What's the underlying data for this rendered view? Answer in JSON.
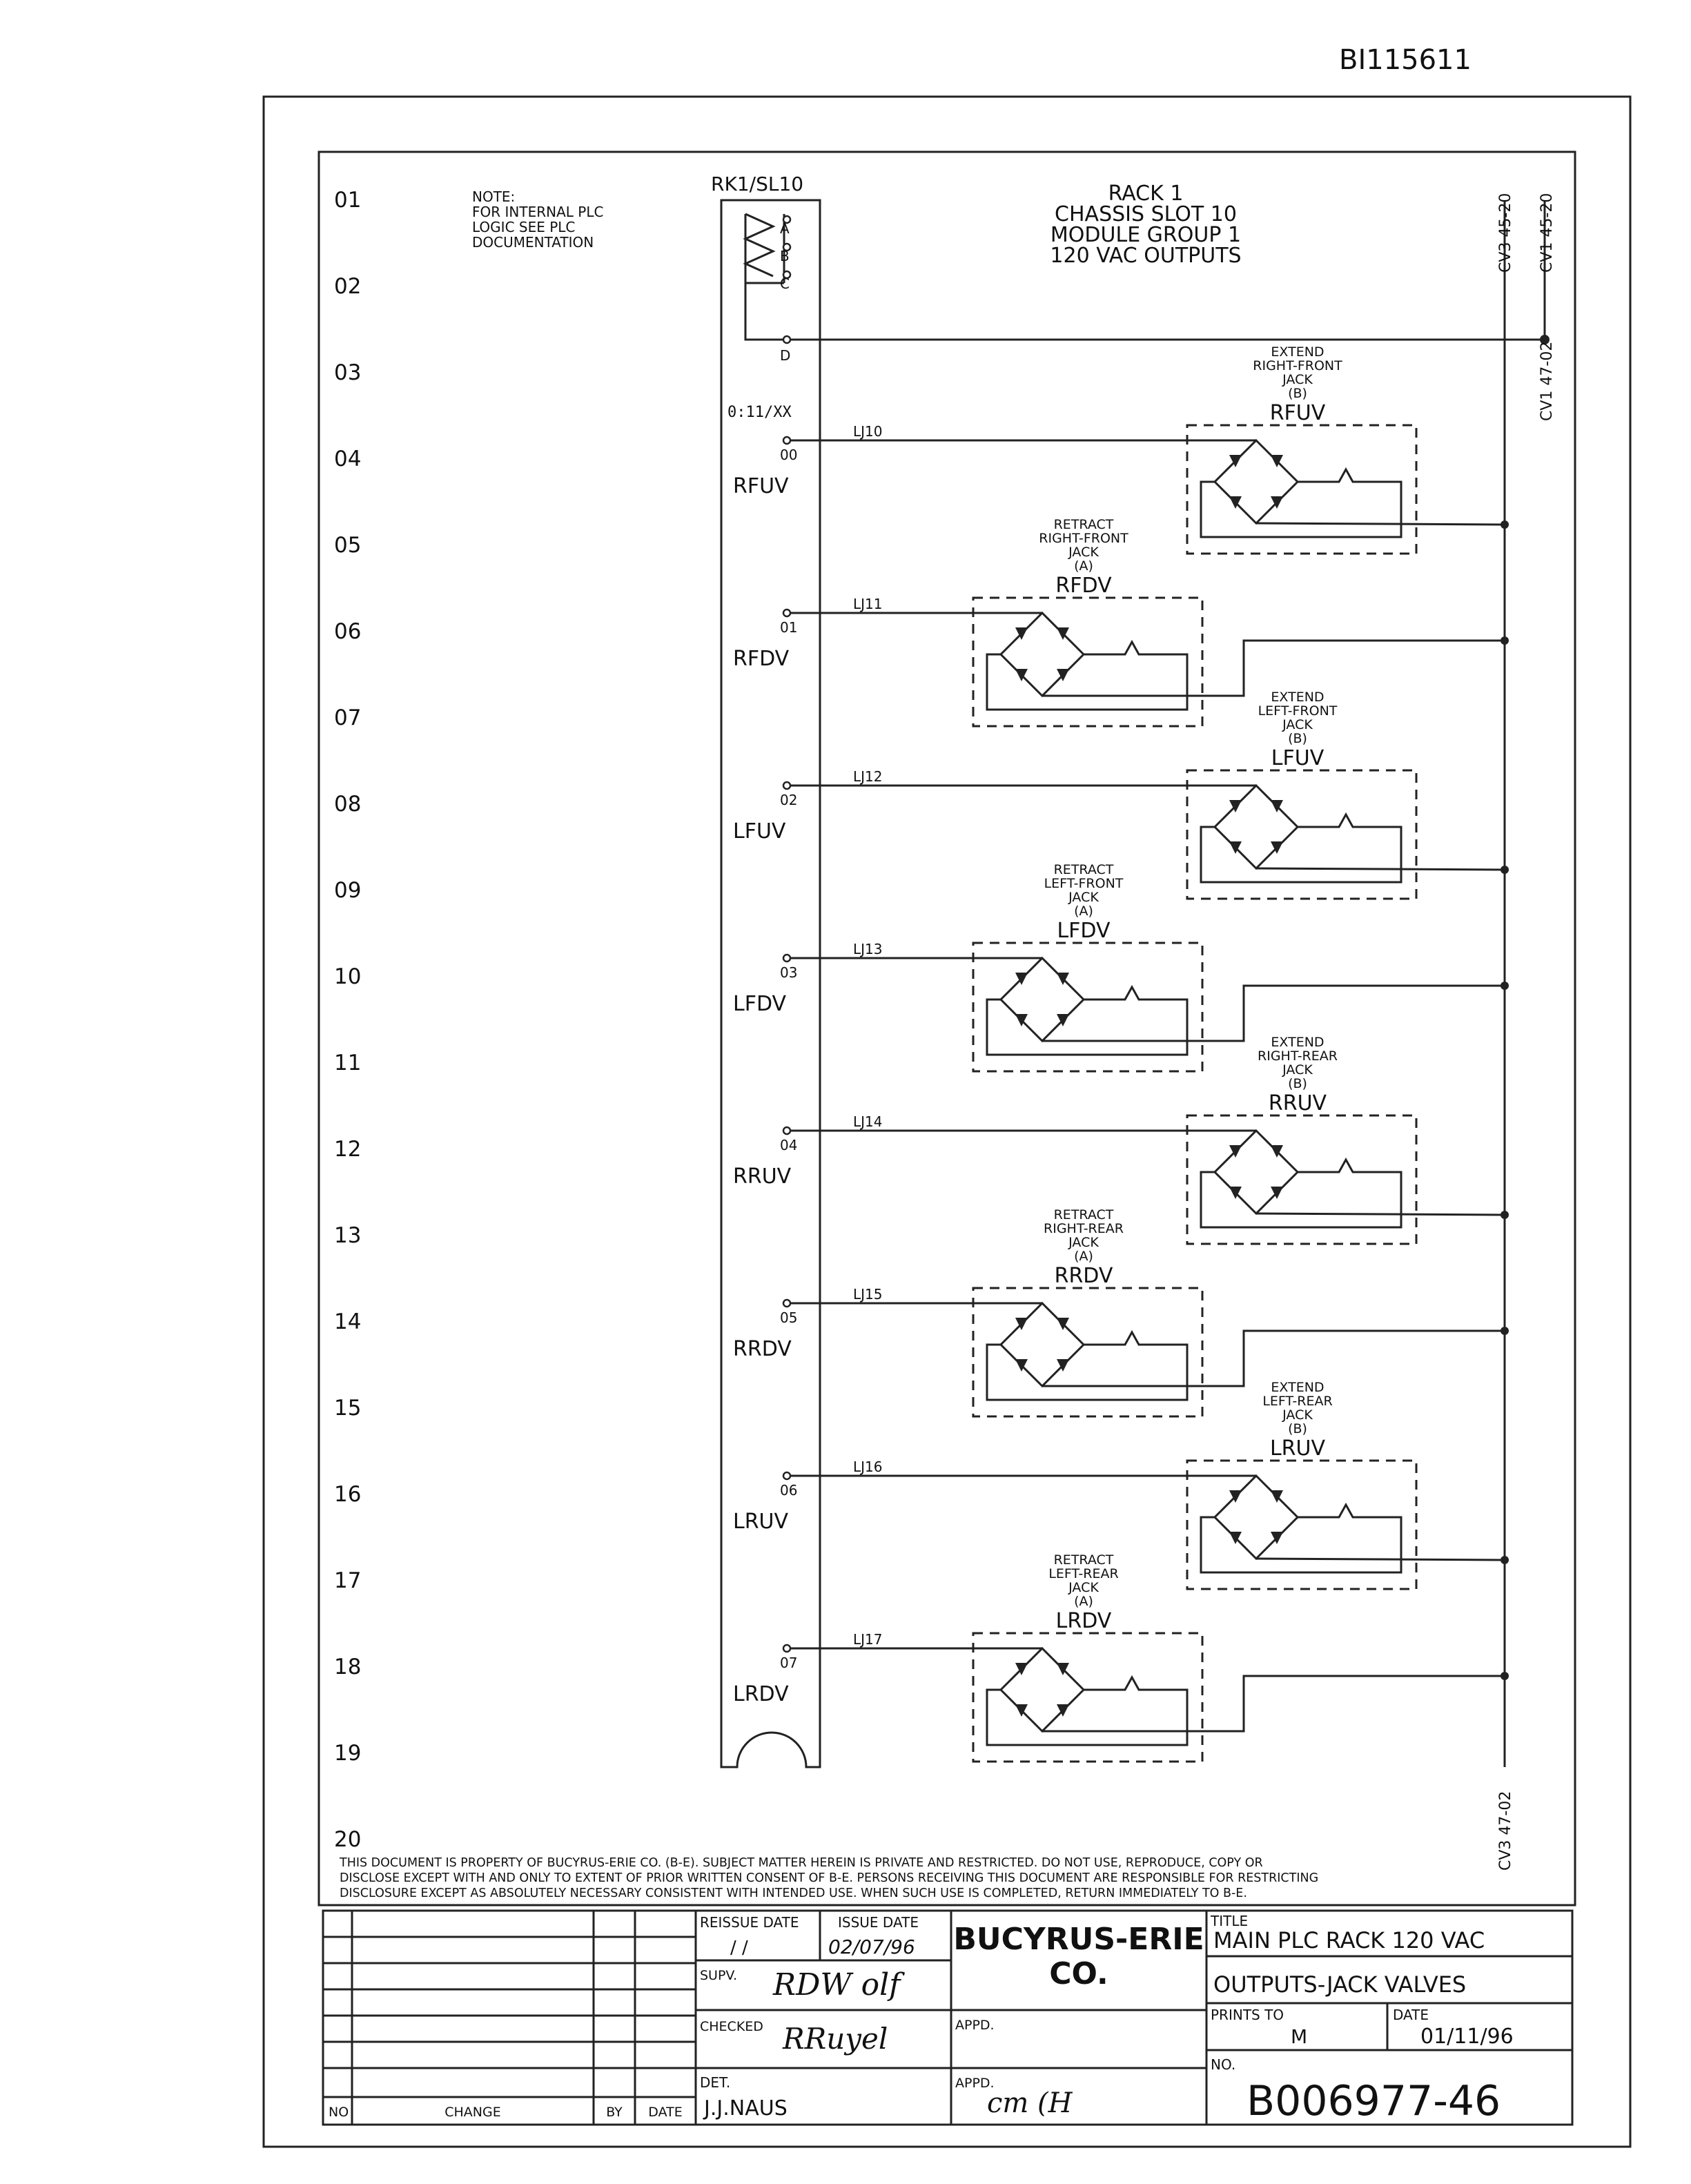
{
  "doc_id": "BI115611",
  "row_numbers": [
    "01",
    "02",
    "03",
    "04",
    "05",
    "06",
    "07",
    "08",
    "09",
    "10",
    "11",
    "12",
    "13",
    "14",
    "15",
    "16",
    "17",
    "18",
    "19",
    "20"
  ],
  "note": [
    "NOTE:",
    "FOR INTERNAL PLC",
    "LOGIC SEE PLC",
    "DOCUMENTATION"
  ],
  "module": {
    "slot_tag": "RK1/SL10",
    "header": [
      "RACK 1",
      "CHASSIS SLOT 10",
      "MODULE GROUP 1",
      "120 VAC OUTPUTS"
    ],
    "pins": [
      "A",
      "B",
      "C",
      "D"
    ],
    "address": "0:11/XX"
  },
  "rails": {
    "top_left": "CV3 45-20",
    "top_right": "CV1 45-20",
    "mid": "CV1 47-02",
    "bottom": "CV3 47-02"
  },
  "outputs": [
    {
      "num": "00",
      "tag": "RFUV",
      "wire": "LJ10",
      "desc": [
        "EXTEND",
        "RIGHT-FRONT",
        "JACK",
        "(B)"
      ],
      "label": "RFUV"
    },
    {
      "num": "01",
      "tag": "RFDV",
      "wire": "LJ11",
      "desc": [
        "RETRACT",
        "RIGHT-FRONT",
        "JACK",
        "(A)"
      ],
      "label": "RFDV"
    },
    {
      "num": "02",
      "tag": "LFUV",
      "wire": "LJ12",
      "desc": [
        "EXTEND",
        "LEFT-FRONT",
        "JACK",
        "(B)"
      ],
      "label": "LFUV"
    },
    {
      "num": "03",
      "tag": "LFDV",
      "wire": "LJ13",
      "desc": [
        "RETRACT",
        "LEFT-FRONT",
        "JACK",
        "(A)"
      ],
      "label": "LFDV"
    },
    {
      "num": "04",
      "tag": "RRUV",
      "wire": "LJ14",
      "desc": [
        "EXTEND",
        "RIGHT-REAR",
        "JACK",
        "(B)"
      ],
      "label": "RRUV"
    },
    {
      "num": "05",
      "tag": "RRDV",
      "wire": "LJ15",
      "desc": [
        "RETRACT",
        "RIGHT-REAR",
        "JACK",
        "(A)"
      ],
      "label": "RRDV"
    },
    {
      "num": "06",
      "tag": "LRUV",
      "wire": "LJ16",
      "desc": [
        "EXTEND",
        "LEFT-REAR",
        "JACK",
        "(B)"
      ],
      "label": "LRUV"
    },
    {
      "num": "07",
      "tag": "LRDV",
      "wire": "LJ17",
      "desc": [
        "RETRACT",
        "LEFT-REAR",
        "JACK",
        "(A)"
      ],
      "label": "LRDV"
    }
  ],
  "notice": [
    "THIS DOCUMENT IS PROPERTY OF BUCYRUS-ERIE CO. (B-E). SUBJECT MATTER HEREIN IS PRIVATE AND RESTRICTED. DO NOT USE, REPRODUCE, COPY OR",
    "DISCLOSE EXCEPT WITH AND ONLY TO EXTENT OF PRIOR WRITTEN CONSENT OF B-E. PERSONS RECEIVING THIS DOCUMENT ARE RESPONSIBLE FOR RESTRICTING",
    "DISCLOSURE EXCEPT AS ABSOLUTELY NECESSARY CONSISTENT WITH INTENDED USE. WHEN SUCH USE IS COMPLETED, RETURN IMMEDIATELY TO B-E."
  ],
  "title_block": {
    "rev_headers": {
      "no": "NO",
      "change": "CHANGE",
      "by": "BY",
      "date": "DATE"
    },
    "reissue_date_label": "REISSUE DATE",
    "reissue_date_value": "/     /",
    "issue_date_label": "ISSUE DATE",
    "issue_date_value": "02/07/96",
    "company": [
      "BUCYRUS-ERIE",
      "CO."
    ],
    "supv_label": "SUPV.",
    "supv_value": "RDW olf",
    "checked_label": "CHECKED",
    "checked_value": "RRuyel",
    "appd_label": "APPD.",
    "appd2_label": "APPD.",
    "appd2_value": "cm (H",
    "det_label": "DET.",
    "det_value": "J.J.NAUS",
    "title_label": "TITLE",
    "title_line1": "MAIN PLC RACK 120 VAC",
    "title_line2": "OUTPUTS-JACK VALVES",
    "prints_to_label": "PRINTS TO",
    "prints_to_value": "M",
    "date_label": "DATE",
    "date_value": "01/11/96",
    "no_label": "NO.",
    "drawing_no": "B006977-46"
  }
}
